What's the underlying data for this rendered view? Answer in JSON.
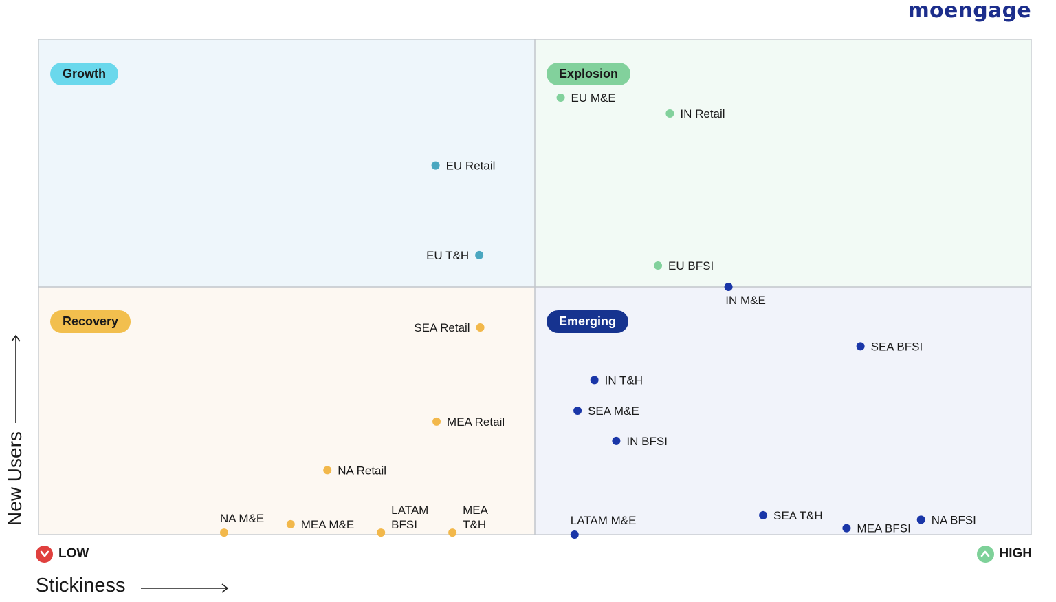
{
  "brand": {
    "logo_text": "moengage"
  },
  "axes": {
    "y_label": "New Users",
    "x_label": "Stickiness",
    "low_label": "LOW",
    "high_label": "HIGH",
    "low_icon": "chevron-down-icon",
    "high_icon": "chevron-up-icon"
  },
  "chart_data": {
    "type": "scatter",
    "x_range": [
      0,
      100
    ],
    "y_range": [
      0,
      100
    ],
    "quadrants": [
      {
        "name": "Growth",
        "position": "top-left",
        "fill": "#eef6fb",
        "pill": "#6ad8ec",
        "text_color": "#1a1a1a"
      },
      {
        "name": "Explosion",
        "position": "top-right",
        "fill": "#f2faf5",
        "pill": "#82d19c",
        "text_color": "#1a1a1a"
      },
      {
        "name": "Recovery",
        "position": "bottom-left",
        "fill": "#fdf8f2",
        "pill": "#f2bf4e",
        "text_color": "#1a1a1a"
      },
      {
        "name": "Emerging",
        "position": "bottom-right",
        "fill": "#f1f3fa",
        "pill": "#16338f",
        "text_color": "#ffffff"
      }
    ],
    "series": [
      {
        "name": "Growth",
        "color": "#4aa7c0",
        "points": [
          {
            "label": "EU Retail",
            "x": 40.0,
            "y": 74.5,
            "label_side": "right"
          },
          {
            "label": "EU T&H",
            "x": 44.4,
            "y": 56.4,
            "label_side": "left"
          }
        ]
      },
      {
        "name": "Explosion",
        "color": "#82d19c",
        "points": [
          {
            "label": "EU M&E",
            "x": 52.6,
            "y": 88.2,
            "label_side": "right"
          },
          {
            "label": "IN Retail",
            "x": 63.6,
            "y": 85.0,
            "label_side": "right"
          },
          {
            "label": "EU BFSI",
            "x": 62.4,
            "y": 54.3,
            "label_side": "right"
          }
        ]
      },
      {
        "name": "Recovery",
        "color": "#f2b84b",
        "points": [
          {
            "label": "SEA Retail",
            "x": 44.5,
            "y": 41.8,
            "label_side": "left"
          },
          {
            "label": "MEA Retail",
            "x": 40.1,
            "y": 22.8,
            "label_side": "right"
          },
          {
            "label": "NA Retail",
            "x": 29.1,
            "y": 13.0,
            "label_side": "right"
          },
          {
            "label": "NA M&E",
            "x": 18.7,
            "y": 0.4,
            "label_side": "above"
          },
          {
            "label": "MEA M&E",
            "x": 25.4,
            "y": 2.1,
            "label_side": "right"
          },
          {
            "label": "LATAM BFSI",
            "x": 34.5,
            "y": 0.4,
            "label_side": "above-right"
          },
          {
            "label": "MEA T&H",
            "x": 41.7,
            "y": 0.4,
            "label_side": "above-right"
          }
        ]
      },
      {
        "name": "Emerging",
        "color": "#1a36a8",
        "points": [
          {
            "label": "IN M&E",
            "x": 69.5,
            "y": 50.0,
            "label_side": "below"
          },
          {
            "label": "SEA BFSI",
            "x": 82.8,
            "y": 38.0,
            "label_side": "right"
          },
          {
            "label": "IN T&H",
            "x": 56.0,
            "y": 31.2,
            "label_side": "right"
          },
          {
            "label": "SEA M&E",
            "x": 54.3,
            "y": 25.0,
            "label_side": "right"
          },
          {
            "label": "IN BFSI",
            "x": 58.2,
            "y": 18.9,
            "label_side": "right"
          },
          {
            "label": "LATAM M&E",
            "x": 54.0,
            "y": 0.0,
            "label_side": "above"
          },
          {
            "label": "SEA T&H",
            "x": 73.0,
            "y": 3.9,
            "label_side": "right"
          },
          {
            "label": "MEA BFSI",
            "x": 81.4,
            "y": 1.3,
            "label_side": "right"
          },
          {
            "label": "NA BFSI",
            "x": 88.9,
            "y": 3.0,
            "label_side": "right"
          }
        ]
      }
    ]
  }
}
